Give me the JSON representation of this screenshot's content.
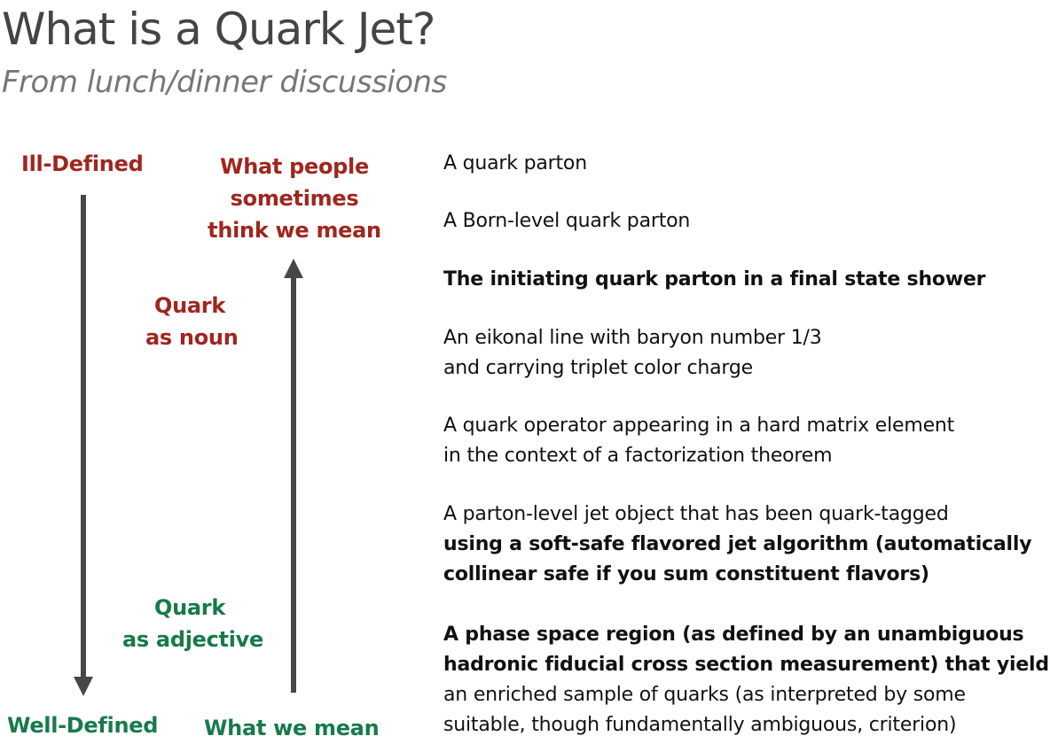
{
  "slide": {
    "title": "What is a Quark Jet?",
    "subtitle": "From lunch/dinner discussions"
  },
  "left_axis": {
    "top_label": "Ill-Defined",
    "bottom_label": "Well-Defined"
  },
  "right_axis": {
    "top_label_lines": [
      "What people",
      "sometimes",
      "think we mean"
    ],
    "bottom_label": "What we mean"
  },
  "middle_labels": {
    "noun_lines": [
      "Quark",
      "as noun"
    ],
    "adjective_lines": [
      "Quark",
      "as adjective"
    ]
  },
  "colors": {
    "ill_defined": "#a0261e",
    "well_defined": "#177a4a",
    "arrow": "#474747"
  },
  "definitions": [
    {
      "lines": [
        {
          "text": "A quark parton",
          "bold": false
        }
      ]
    },
    {
      "lines": [
        {
          "text": "A Born-level quark parton",
          "bold": false
        }
      ]
    },
    {
      "lines": [
        {
          "text": "The initiating quark parton in a final state shower",
          "bold": true
        }
      ]
    },
    {
      "lines": [
        {
          "text": "An eikonal line with baryon number 1/3",
          "bold": false
        },
        {
          "text": "and carrying triplet color charge",
          "bold": false
        }
      ]
    },
    {
      "lines": [
        {
          "text": "A quark operator appearing in a hard matrix element",
          "bold": false
        },
        {
          "text": "in the context of a factorization theorem",
          "bold": false
        }
      ]
    },
    {
      "lines": [
        {
          "text": "A parton-level jet object that has been quark-tagged",
          "bold": false
        },
        {
          "text": "using a soft-safe flavored jet algorithm (automatically",
          "bold": true
        },
        {
          "text": "collinear safe if you sum constituent flavors)",
          "bold": true
        }
      ]
    },
    {
      "lines": [
        {
          "text": "A phase space region (as defined by an unambiguous",
          "bold": true
        },
        {
          "text": "hadronic fiducial cross section measurement) that yields",
          "bold": true
        },
        {
          "text": "an enriched sample of quarks (as interpreted by some",
          "bold": false
        },
        {
          "text": "suitable, though fundamentally ambiguous, criterion)",
          "bold": false
        }
      ]
    }
  ]
}
